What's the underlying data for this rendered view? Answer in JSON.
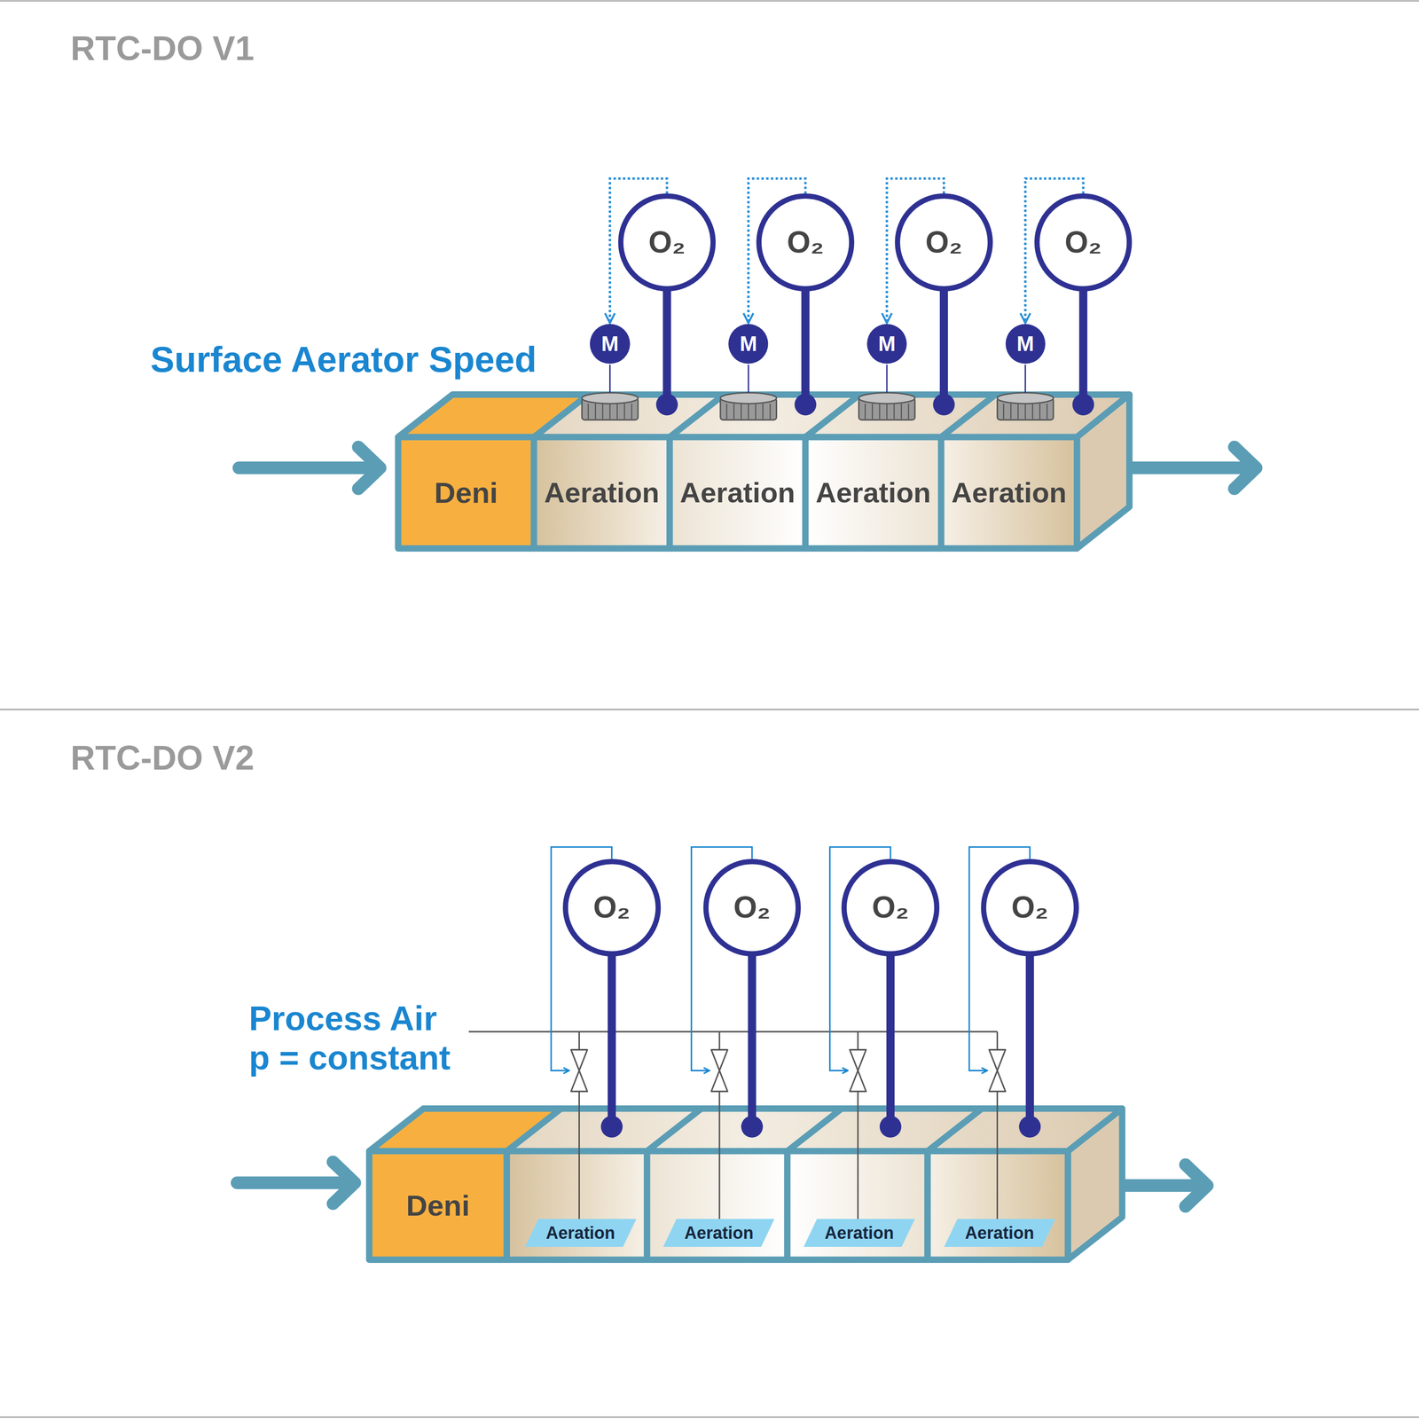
{
  "diagram": {
    "nodes": [
      {
        "text": [
          "O₂"
        ]
      },
      {
        "text": [
          "O₂"
        ]
      },
      {
        "text": [
          "O₂"
        ]
      },
      {
        "text": [
          "O₂"
        ]
      },
      {
        "text": [
          "M"
        ]
      },
      {
        "text": [
          "M"
        ]
      },
      {
        "text": [
          "M"
        ]
      },
      {
        "text": [
          "M"
        ]
      },
      {
        "text": [
          "Deni"
        ]
      },
      {
        "text": [
          "Aeration"
        ]
      },
      {
        "text": [
          "Aeration"
        ]
      },
      {
        "text": [
          "Aeration"
        ]
      },
      {
        "text": [
          "Aeration"
        ]
      },
      {
        "text": [
          "O₂"
        ]
      },
      {
        "text": [
          "O₂"
        ]
      },
      {
        "text": [
          "O₂"
        ]
      },
      {
        "text": [
          "O₂"
        ]
      },
      {
        "text": [
          "Deni"
        ]
      },
      {
        "text": [
          "Aeration"
        ]
      },
      {
        "text": [
          "Aeration"
        ]
      },
      {
        "text": [
          "Aeration"
        ]
      },
      {
        "text": [
          "Aeration"
        ]
      }
    ],
    "edges": [
      {
        "from": 0,
        "to": 4,
        "arrow": "to"
      },
      {
        "from": 1,
        "to": 5,
        "arrow": "to"
      },
      {
        "from": 2,
        "to": 6,
        "arrow": "to"
      },
      {
        "from": 3,
        "to": 7,
        "arrow": "to"
      }
    ],
    "labels": [
      "RTC-DO V1",
      "Surface Aerator Speed",
      "RTC-DO V2",
      "Process Air p = constant"
    ]
  }
}
